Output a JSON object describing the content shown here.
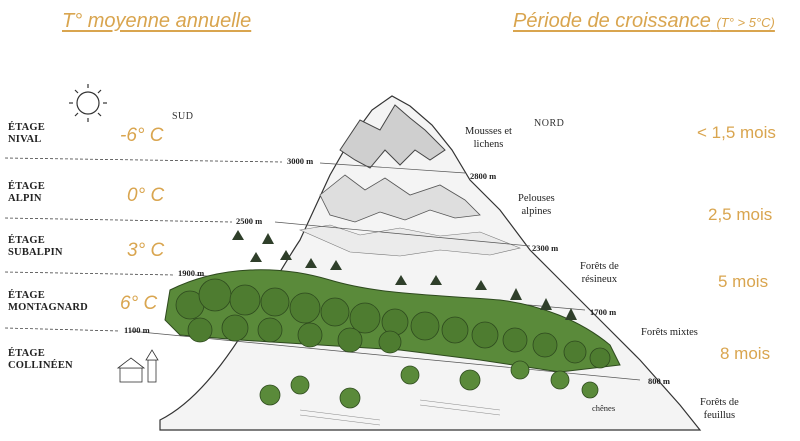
{
  "headers": {
    "temperature": "T° moyenne annuelle",
    "growth": "Période de croissance",
    "growth_note": "(T° > 5°C)"
  },
  "directions": {
    "south": "SUD",
    "north": "NORD"
  },
  "stages": [
    {
      "line1": "ÉTAGE",
      "line2": "NIVAL",
      "temperature": "-6° C",
      "growth": "< 1,5 mois"
    },
    {
      "line1": "ÉTAGE",
      "line2": "ALPIN",
      "temperature": "0° C",
      "growth": "2,5 mois"
    },
    {
      "line1": "ÉTAGE",
      "line2": "SUBALPIN",
      "temperature": "3° C",
      "growth": "5 mois"
    },
    {
      "line1": "ÉTAGE",
      "line2": "MONTAGNARD",
      "temperature": "6° C",
      "growth": "8 mois"
    },
    {
      "line1": "ÉTAGE",
      "line2": "COLLINÉEN",
      "temperature": "",
      "growth": ""
    }
  ],
  "altitudes_south": [
    "3000 m",
    "2500 m",
    "1900 m",
    "1100 m"
  ],
  "altitudes_north": [
    "2800 m",
    "2300 m",
    "1700 m",
    "800 m"
  ],
  "vegetation": {
    "mosses": [
      "Mousses et",
      "lichens"
    ],
    "pelouses": [
      "Pelouses",
      "alpines"
    ],
    "resineux": [
      "Forêts de",
      "résineux"
    ],
    "mixtes": "Forêts mixtes",
    "feuillus": [
      "Forêts de",
      "feuillus"
    ],
    "chenes": "chênes"
  },
  "colors": {
    "accent": "#d9a54f",
    "forest": "#5a8a3a"
  }
}
